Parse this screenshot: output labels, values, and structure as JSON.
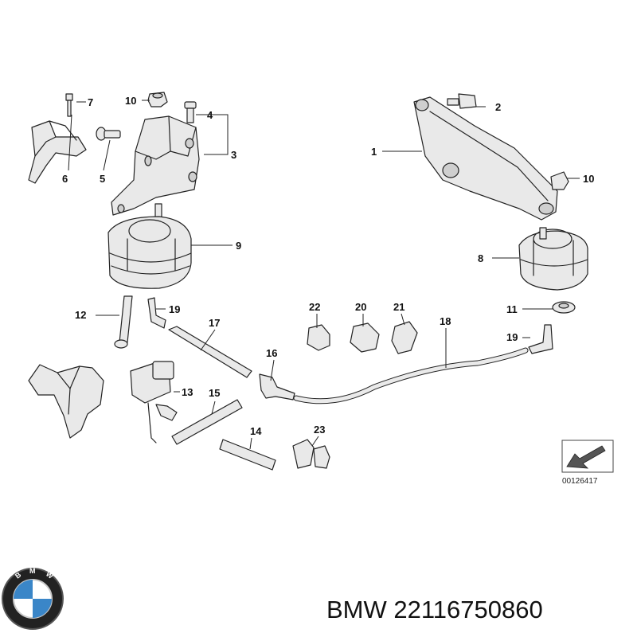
{
  "diagram": {
    "callouts": {
      "c1": "1",
      "c2": "2",
      "c3": "3",
      "c4": "4",
      "c5": "5",
      "c6": "6",
      "c7": "7",
      "c8": "8",
      "c9": "9",
      "c10a": "10",
      "c10b": "10",
      "c11": "11",
      "c12": "12",
      "c13": "13",
      "c14": "14",
      "c15": "15",
      "c16": "16",
      "c17": "17",
      "c18": "18",
      "c19a": "19",
      "c19b": "19",
      "c20": "20",
      "c21": "21",
      "c22": "22",
      "c23": "23"
    },
    "reference_number": "00126417"
  },
  "caption": {
    "text": "BMW 22116750860"
  },
  "logo": {
    "letters": "BMW",
    "colors": {
      "ring": "#111111",
      "blue": "#3a86c8",
      "white": "#ffffff"
    }
  }
}
